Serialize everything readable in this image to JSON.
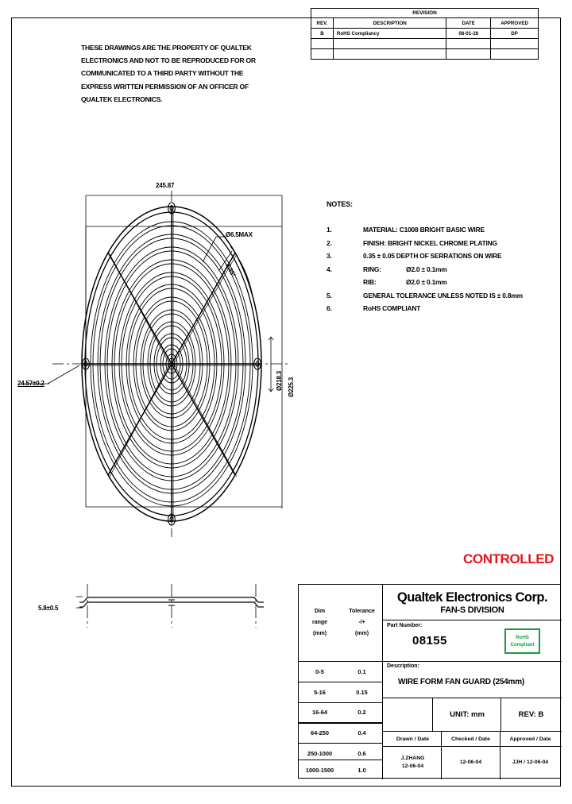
{
  "property_notice": [
    "THESE DRAWINGS ARE THE PROPERTY OF QUALTEK",
    "ELECTRONICS AND NOT TO BE REPRODUCED FOR OR",
    "COMMUNICATED TO A THIRD PARTY WITHOUT THE",
    "EXPRESS WRITTEN PERMISSION OF AN OFFICER OF",
    "QUALTEK ELECTRONICS."
  ],
  "revision_table": {
    "title": "REVISION",
    "headers": [
      "REV.",
      "DESCRIPTION",
      "DATE",
      "APPROVED"
    ],
    "rows": [
      {
        "rev": "B",
        "description": "RoHS Compliancy",
        "date": "08-01-28",
        "approved": "DP"
      },
      {
        "rev": "",
        "description": "",
        "date": "",
        "approved": ""
      },
      {
        "rev": "",
        "description": "",
        "date": "",
        "approved": ""
      }
    ]
  },
  "notes": {
    "header": "NOTES:",
    "items": [
      {
        "num": "1.",
        "text": "MATERIAL: C1008 BRIGHT BASIC WIRE"
      },
      {
        "num": "2.",
        "text": "FINISH: BRIGHT NICKEL CHROME PLATING"
      },
      {
        "num": "3.",
        "text": "0.35 ± 0.05 DEPTH OF SERRATIONS ON WIRE"
      },
      {
        "num": "4.",
        "text": "RING:",
        "value": "Ø2.0 ± 0.1mm"
      },
      {
        "num": "",
        "text": "RIB:",
        "value": "Ø2.0 ± 0.1mm"
      },
      {
        "num": "5.",
        "text": "GENERAL TOLERANCE UNLESS NOTED IS ± 0.8mm"
      },
      {
        "num": "6.",
        "text": "RoHS COMPLIANT"
      }
    ]
  },
  "controlled_stamp": "CONTROLLED",
  "dimensions": {
    "overall_width": "245.87",
    "hole_dia": "Ø6.5MAX",
    "corner_offset": "24.57±0.2",
    "inner_dia": "Ø218.3",
    "outer_dia": "Ø225.3",
    "angle": "8.45°",
    "thickness": "5.8±0.5"
  },
  "title_block": {
    "tolerance_head": {
      "col1": [
        "Dim",
        "range",
        "(mm)"
      ],
      "col2": [
        "Tolerance",
        "-/+",
        "(mm)"
      ]
    },
    "tolerance_rows": [
      {
        "range": "0-5",
        "tol": "0.1"
      },
      {
        "range": "5-16",
        "tol": "0.15"
      },
      {
        "range": "16-64",
        "tol": "0.2"
      },
      {
        "range": "64-250",
        "tol": "0.4"
      },
      {
        "range": "250-1000",
        "tol": "0.6"
      },
      {
        "range": "1000-1500",
        "tol": "1.0"
      }
    ],
    "company_name": "Qualtek Electronics Corp.",
    "division": "FAN-S DIVISION",
    "part_number_label": "Part Number:",
    "part_number": "08155",
    "rohs_line1": "RoHS",
    "rohs_line2": "Compliant",
    "description_label": "Description:",
    "description": "WIRE FORM FAN GUARD (254mm)",
    "unit": "UNIT: mm",
    "rev": "REV: B",
    "sig_headers": [
      "Drawn / Date",
      "Checked / Date",
      "Approved / Date"
    ],
    "drawn_name": "J.ZHANG",
    "drawn_date": "12-06-04",
    "checked_name": "",
    "checked_date": "12-06-04",
    "approved_name": "JJH /",
    "approved_date": "12-06-04"
  },
  "colors": {
    "controlled_red": "#e8141b",
    "rohs_green": "#1a9c3c",
    "line_black": "#000000"
  }
}
